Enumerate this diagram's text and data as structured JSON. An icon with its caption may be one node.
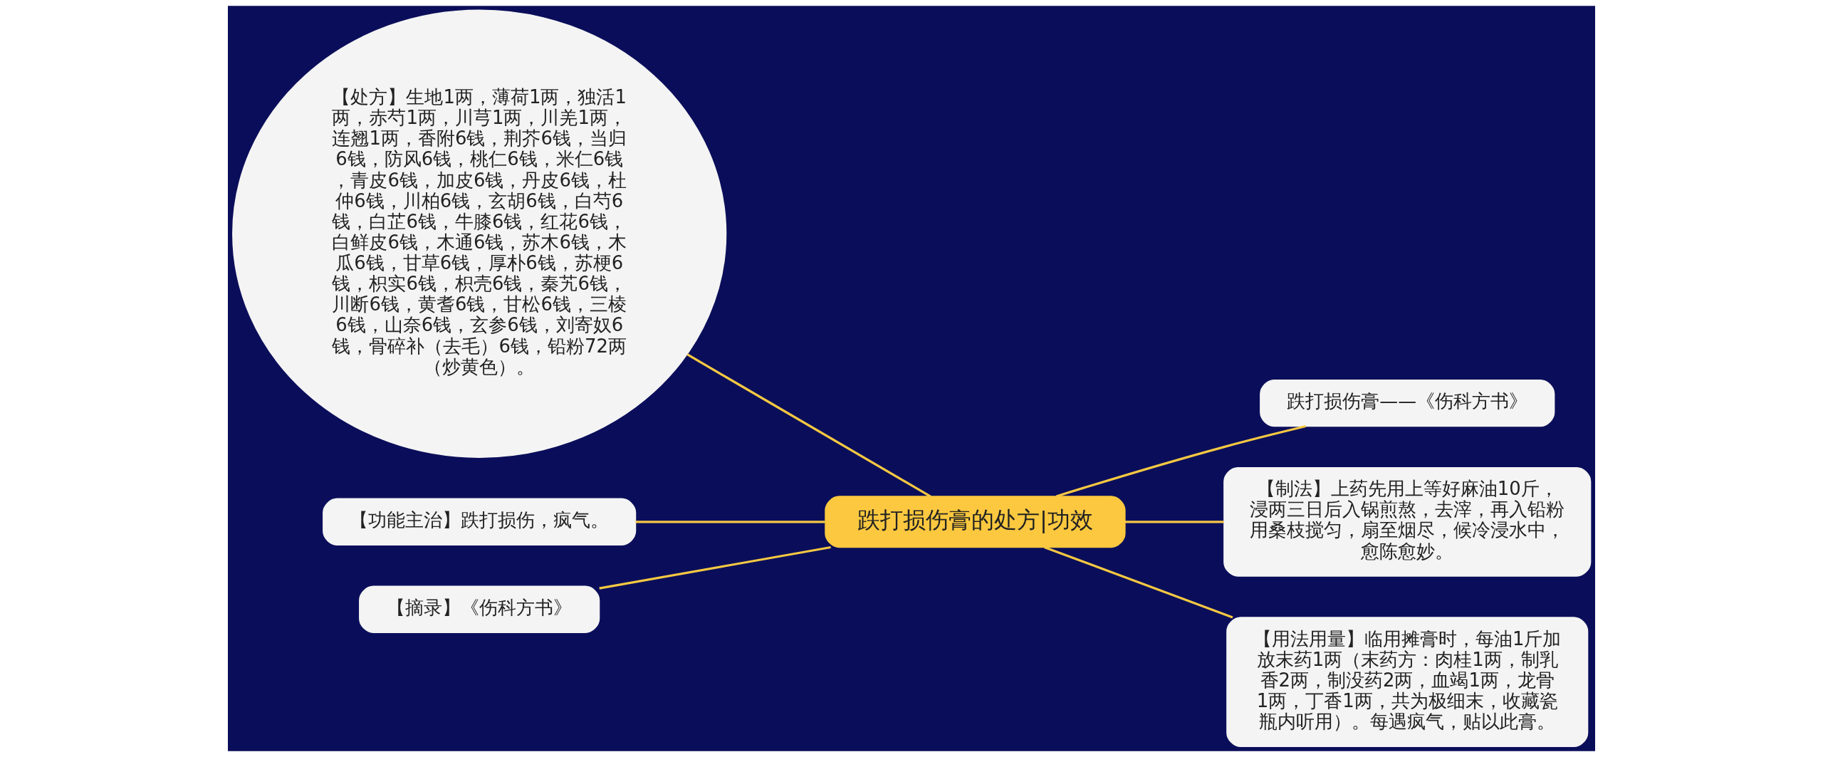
{
  "diagram": {
    "nodes": [
      {
        "text": [
          "跌打损伤膏的处方|功效"
        ]
      },
      {
        "text": [
          "【处方】生地1两，薄荷1两，独活1两，赤芍1两，川芎1两，川羌1两，连翘1两，香附6钱，荆芥6钱，当归6钱，防风6钱，桃仁6钱，米仁6钱，青皮6钱，加皮6钱，丹皮6钱，杜仲6钱，川柏6钱，玄胡6钱，白芍6钱，白芷6钱，牛膝6钱，红花6钱，白鲜皮6钱，木通6钱，苏木6钱，木瓜6钱，甘草6钱，厚朴6钱，苏梗6钱，枳实6钱，枳壳6钱，秦艽6钱，川断6钱，黄耆6钱，甘松6钱，三棱6钱，山奈6钱，玄参6钱，刘寄奴6钱，骨碎补（去毛）6钱，铅粉72两（炒黄色）。"
        ]
      },
      {
        "text": [
          "【功能主治】跌打损伤，疯气。"
        ]
      },
      {
        "text": [
          "【摘录】《伤科方书》"
        ]
      },
      {
        "text": [
          "跌打损伤膏——《伤科方书》"
        ]
      },
      {
        "text": [
          "【制法】上药先用上等好麻油10斤，浸两三日后入锅煎熬，去滓，再入铅粉用桑枝搅匀，扇至烟尽，候冷浸水中，愈陈愈妙。"
        ]
      },
      {
        "text": [
          "【用法用量】临用摊膏时，每油1斤加放末药1两（末药方：肉桂1两，制乳香2两，制没药2两，血竭1两，龙骨1两，丁香1两，共为极细末，收藏瓷瓶内听用）。每遇疯气，贴以此膏。"
        ]
      }
    ],
    "edges": [
      {
        "from": 0,
        "to": 1,
        "arrow": "none"
      },
      {
        "from": 0,
        "to": 2,
        "arrow": "none"
      },
      {
        "from": 0,
        "to": 3,
        "arrow": "none"
      },
      {
        "from": 0,
        "to": 4,
        "arrow": "none"
      },
      {
        "from": 0,
        "to": 5,
        "arrow": "none"
      },
      {
        "from": 0,
        "to": 6,
        "arrow": "none"
      }
    ]
  }
}
